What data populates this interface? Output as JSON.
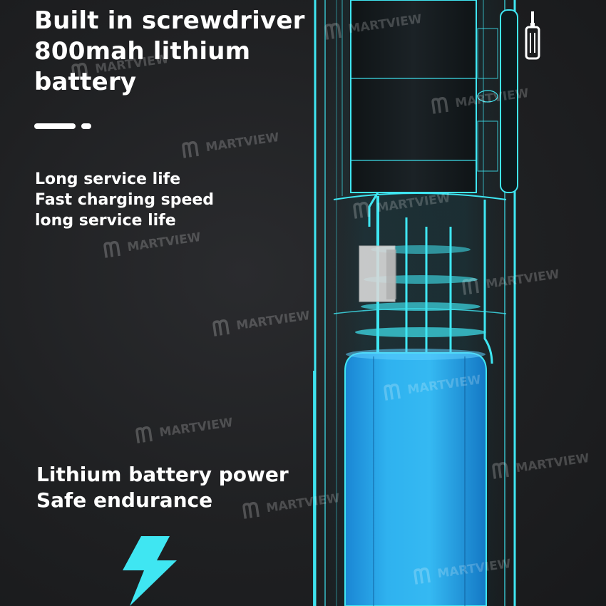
{
  "headline": {
    "lines": [
      "Built in screwdriver",
      "800mah lithium",
      "battery"
    ]
  },
  "features": {
    "lines": [
      "Long service life",
      "Fast charging speed",
      "long service life"
    ]
  },
  "power": {
    "lines": [
      "Lithium battery power",
      "Safe endurance"
    ]
  },
  "watermark": {
    "text": "MARTVIEW"
  },
  "icons": {
    "bolt": "lightning-bolt-icon",
    "screwdriver": "screwdriver-icon",
    "watermark_logo": "martview-logo-icon"
  },
  "colors": {
    "background": "#1d1e20",
    "text": "#ffffff",
    "accent_cyan": "#3fe6f2",
    "battery_blue": "#2aa6ea"
  }
}
